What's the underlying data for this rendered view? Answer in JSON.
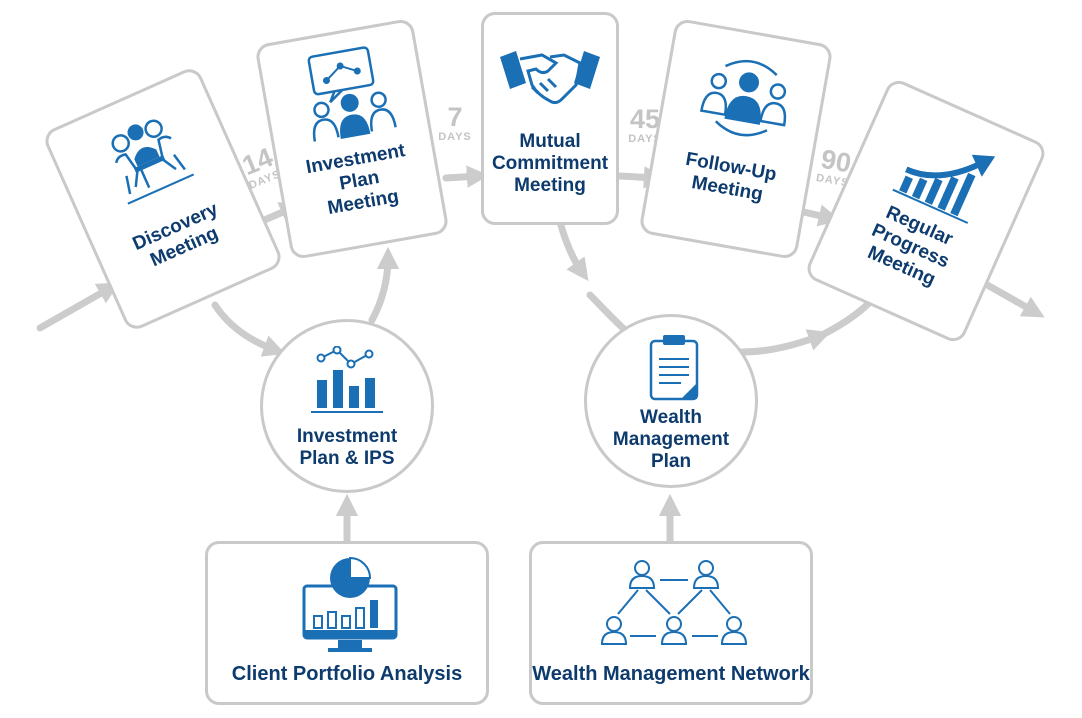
{
  "meetings": [
    {
      "id": "discovery",
      "label": "Discovery\nMeeting",
      "icon": "discovery-meeting-icon"
    },
    {
      "id": "investment-plan",
      "label": "Investment\nPlan\nMeeting",
      "icon": "presentation-team-icon"
    },
    {
      "id": "mutual-commitment",
      "label": "Mutual\nCommitment\nMeeting",
      "icon": "handshake-icon"
    },
    {
      "id": "follow-up",
      "label": "Follow-Up\nMeeting",
      "icon": "team-cycle-icon"
    },
    {
      "id": "regular-progress",
      "label": "Regular\nProgress\nMeeting",
      "icon": "growth-chart-arrow-icon"
    }
  ],
  "intervals": [
    {
      "number": "14",
      "unit": "DAYS"
    },
    {
      "number": "7",
      "unit": "DAYS"
    },
    {
      "number": "45",
      "unit": "DAYS"
    },
    {
      "number": "90",
      "unit": "DAYS"
    }
  ],
  "deliverables": [
    {
      "label": "Investment\nPlan & IPS",
      "icon": "bar-line-chart-icon"
    },
    {
      "label": "Wealth\nManagement\nPlan",
      "icon": "clipboard-document-icon"
    }
  ],
  "inputs": [
    {
      "label": "Client Portfolio Analysis",
      "icon": "monitor-analytics-icon"
    },
    {
      "label": "Wealth Management Network",
      "icon": "people-network-icon"
    }
  ],
  "colors": {
    "accent": "#1a6fb5",
    "navy": "#0d3b6e",
    "gray": "#c9c9c9"
  }
}
